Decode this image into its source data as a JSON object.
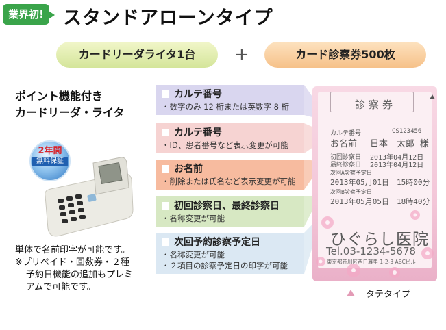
{
  "header": {
    "badge": "業界初!",
    "title": "スタンドアローンタイプ",
    "bundle_left": "カードリーダライタ1台",
    "plus": "+",
    "bundle_right": "カード診察券500枚"
  },
  "left": {
    "heading_line1": "ポイント機能付き",
    "heading_line2": "カードリーダ・ライタ",
    "seal_line1": "2年間",
    "seal_line2": "無料保証",
    "note_line1": "単体で名前印字が可能です。",
    "note_line2": "※プリペイド・回数券・２種",
    "note_line3": "予約日機能の追加もプレミ",
    "note_line4": "アムで可能です。"
  },
  "features": [
    {
      "label": "カルテ番号",
      "desc": "・数字のみ 12 桁または英数字 8 桁",
      "color": "#d9d6ef"
    },
    {
      "label": "カルテ番号",
      "desc": "・ID、患者番号など表示変更が可能",
      "color": "#f6d3d2"
    },
    {
      "label": "お名前",
      "desc": "・削除または氏名など表示変更が可能",
      "color": "#f7bb9f"
    },
    {
      "label": "初回診察日、最終診察日",
      "desc": "・名称変更が可能",
      "color": "#d7e8c3"
    },
    {
      "label": "次回予約診察予定日",
      "desc": "・名称変更が可能",
      "desc2": "・２項目の診察予定日の印字が可能",
      "color": "#dbe8f3"
    }
  ],
  "card": {
    "title": "診察券",
    "karte_label": "カルテ番号",
    "karte_value": "CS123456",
    "name_label": "お名前",
    "name_value": "日本　太郎 様",
    "first_label": "初回診察日",
    "first_value": "2013年04月12日",
    "last_label": "最終診察日",
    "last_value": "2013年04月12日",
    "next1_label": "次回A診察予定日",
    "next1_value": "2013年05月01日　15時00分",
    "next2_label": "次回B診察予定日",
    "next2_value": "2013年05月05日　18時40分",
    "clinic": "ひぐらし医院",
    "tel": "Tel.03-1234-5678",
    "address": "東京都荒川区西日暮里 1-2-3 ABCビル",
    "caption": "タテタイプ"
  }
}
